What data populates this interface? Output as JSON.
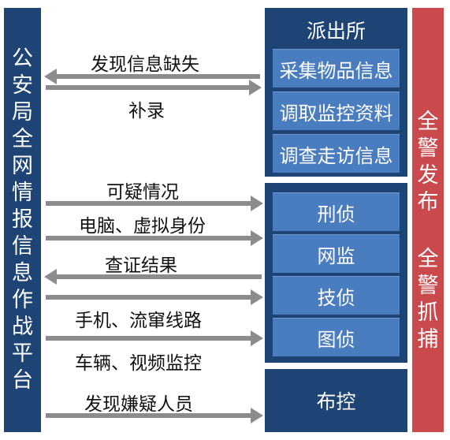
{
  "left_column": {
    "chars": [
      "公",
      "安",
      "局",
      "全",
      "网",
      "情",
      "报",
      "信",
      "息",
      "作",
      "战",
      "平",
      "台"
    ]
  },
  "right_column": {
    "group1": [
      "全",
      "警",
      "发",
      "布"
    ],
    "group2": [
      "全",
      "警",
      "抓",
      "捕"
    ]
  },
  "police_station": {
    "title": "派出所",
    "items": [
      "采集物品信息",
      "调取监控资料",
      "调查走访信息"
    ]
  },
  "departments": {
    "items": [
      "刑侦",
      "网监",
      "技侦",
      "图侦"
    ]
  },
  "control": {
    "title": "布控"
  },
  "flows": [
    {
      "label": "发现信息缺失",
      "direction": "left"
    },
    {
      "label": "补录",
      "direction": "right"
    },
    {
      "label": "可疑情况",
      "direction": "right"
    },
    {
      "label": "电脑、虚拟身份",
      "direction": "right"
    },
    {
      "label": "查证结果",
      "direction": "left"
    },
    {
      "label": "手机、流窜线路",
      "direction": "right"
    },
    {
      "label": "车辆、视频监控",
      "direction": "right"
    },
    {
      "label": "发现嫌疑人员",
      "direction": "right"
    }
  ],
  "colors": {
    "navy": "#1d4475",
    "item_blue": "#4a7cc0",
    "red": "#c9494d",
    "arrow_gray": "#8c8c8c"
  }
}
